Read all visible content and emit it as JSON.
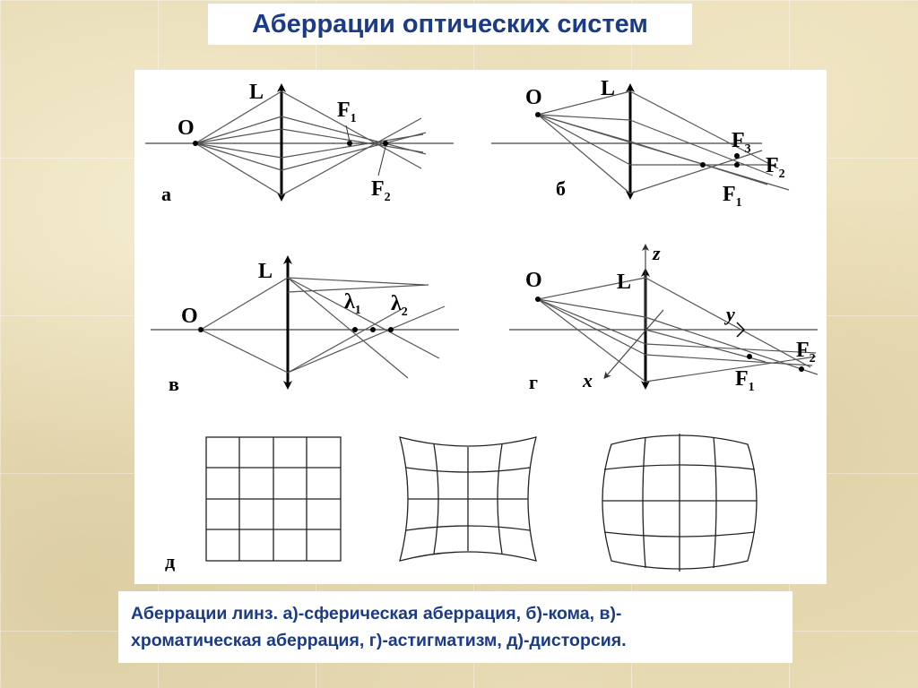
{
  "title": "Аберрации оптических систем",
  "caption": {
    "line1": "Аберрации линз. а)-сферическая аберрация, б)-кома, в)-",
    "line2": "хроматическая аберрация, г)-астигматизм, д)-дисторсия."
  },
  "panels": {
    "a": {
      "label": "а",
      "object": "O",
      "lens": "L",
      "focus1": "F",
      "focus1_sub": "1",
      "focus2": "F",
      "focus2_sub": "2"
    },
    "b": {
      "label": "б",
      "object": "O",
      "lens": "L",
      "focus3": "F",
      "focus3_sub": "3",
      "focus2": "F",
      "focus2_sub": "2",
      "focus1": "F",
      "focus1_sub": "1"
    },
    "v": {
      "label": "в",
      "object": "O",
      "lens": "L",
      "lambda1": "λ",
      "lambda1_sub": "1",
      "lambda2": "λ",
      "lambda2_sub": "2"
    },
    "g": {
      "label": "г",
      "object": "O",
      "lens": "L",
      "axis_z": "z",
      "axis_y": "y",
      "axis_x": "x",
      "focus2": "F",
      "focus2_sub": "2",
      "focus1": "F",
      "focus1_sub": "1"
    },
    "d": {
      "label": "д"
    }
  }
}
